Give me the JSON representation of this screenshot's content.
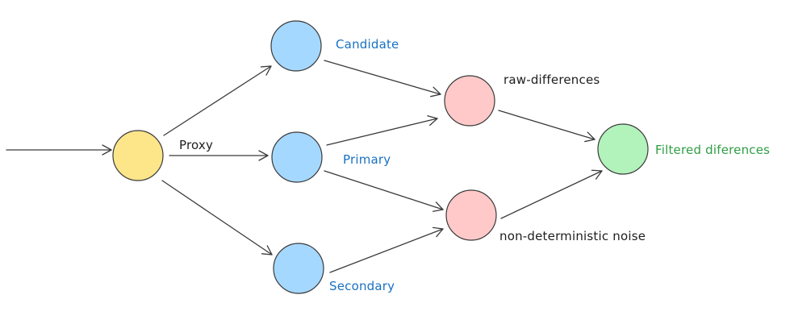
{
  "diagram": {
    "nodes": [
      {
        "id": "proxy",
        "label": "Proxy",
        "fill": "#fde58a",
        "stroke": "#3a3a3a",
        "label_color": "#1e1e1e"
      },
      {
        "id": "candidate",
        "label": "Candidate",
        "fill": "#a5d8ff",
        "stroke": "#3a3a3a",
        "label_color": "#1971c2"
      },
      {
        "id": "primary",
        "label": "Primary",
        "fill": "#a5d8ff",
        "stroke": "#3a3a3a",
        "label_color": "#1971c2"
      },
      {
        "id": "secondary",
        "label": "Secondary",
        "fill": "#a5d8ff",
        "stroke": "#3a3a3a",
        "label_color": "#1971c2"
      },
      {
        "id": "raw",
        "label": "raw-differences",
        "fill": "#ffc9c9",
        "stroke": "#3a3a3a",
        "label_color": "#1e1e1e"
      },
      {
        "id": "noise",
        "label": "non-deterministic noise",
        "fill": "#ffc9c9",
        "stroke": "#3a3a3a",
        "label_color": "#1e1e1e"
      },
      {
        "id": "filtered",
        "label": "Filtered diferences",
        "fill": "#b2f2bb",
        "stroke": "#3a3a3a",
        "label_color": "#2f9e44"
      }
    ],
    "edges": [
      {
        "from": "input",
        "to": "proxy"
      },
      {
        "from": "proxy",
        "to": "candidate"
      },
      {
        "from": "proxy",
        "to": "primary"
      },
      {
        "from": "proxy",
        "to": "secondary"
      },
      {
        "from": "candidate",
        "to": "raw"
      },
      {
        "from": "primary",
        "to": "raw"
      },
      {
        "from": "primary",
        "to": "noise"
      },
      {
        "from": "secondary",
        "to": "noise"
      },
      {
        "from": "raw",
        "to": "filtered"
      },
      {
        "from": "noise",
        "to": "filtered"
      }
    ],
    "edge_color": "#3a3a3a"
  }
}
